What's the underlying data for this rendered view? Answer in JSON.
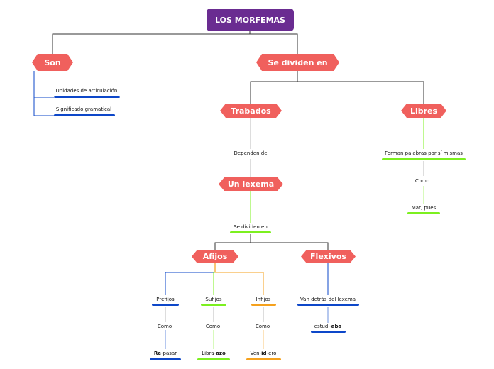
{
  "colors": {
    "root": "#6a2c91",
    "hex": "#f0605d",
    "blue": "#0d47c9",
    "green": "#7cf01f",
    "orange": "#f5a11d"
  },
  "root": "LOS MORFEMAS",
  "son": {
    "label": "Son",
    "items": [
      "Unidades de articulación",
      "Significado gramatical"
    ]
  },
  "se_dividen_en": "Se dividen en",
  "trabados": {
    "label": "Trabados",
    "dependen_de": "Dependen de",
    "un_lexema": "Un lexema",
    "se_dividen_en": "Se dividen en"
  },
  "libres": {
    "label": "Libres",
    "desc": "Forman palabras por sí mismas",
    "como": "Como",
    "ejemplo": "Mar, pues"
  },
  "afijos": {
    "label": "Afijos",
    "prefijos": {
      "label": "Prefijos",
      "como": "Como",
      "ex_bold": "Re",
      "ex_rest": "-pasar"
    },
    "sufijos": {
      "label": "Sufijos",
      "como": "Como",
      "ex_start": "Libra-",
      "ex_bold": "azo"
    },
    "infijos": {
      "label": "Infijos",
      "como": "Como",
      "ex_start": "Ven-",
      "ex_bold": "id",
      "ex_end": "-ero"
    }
  },
  "flexivos": {
    "label": "Flexivos",
    "desc": "Van detrás del lexema",
    "ex_start": "estudi-",
    "ex_bold": "aba"
  }
}
